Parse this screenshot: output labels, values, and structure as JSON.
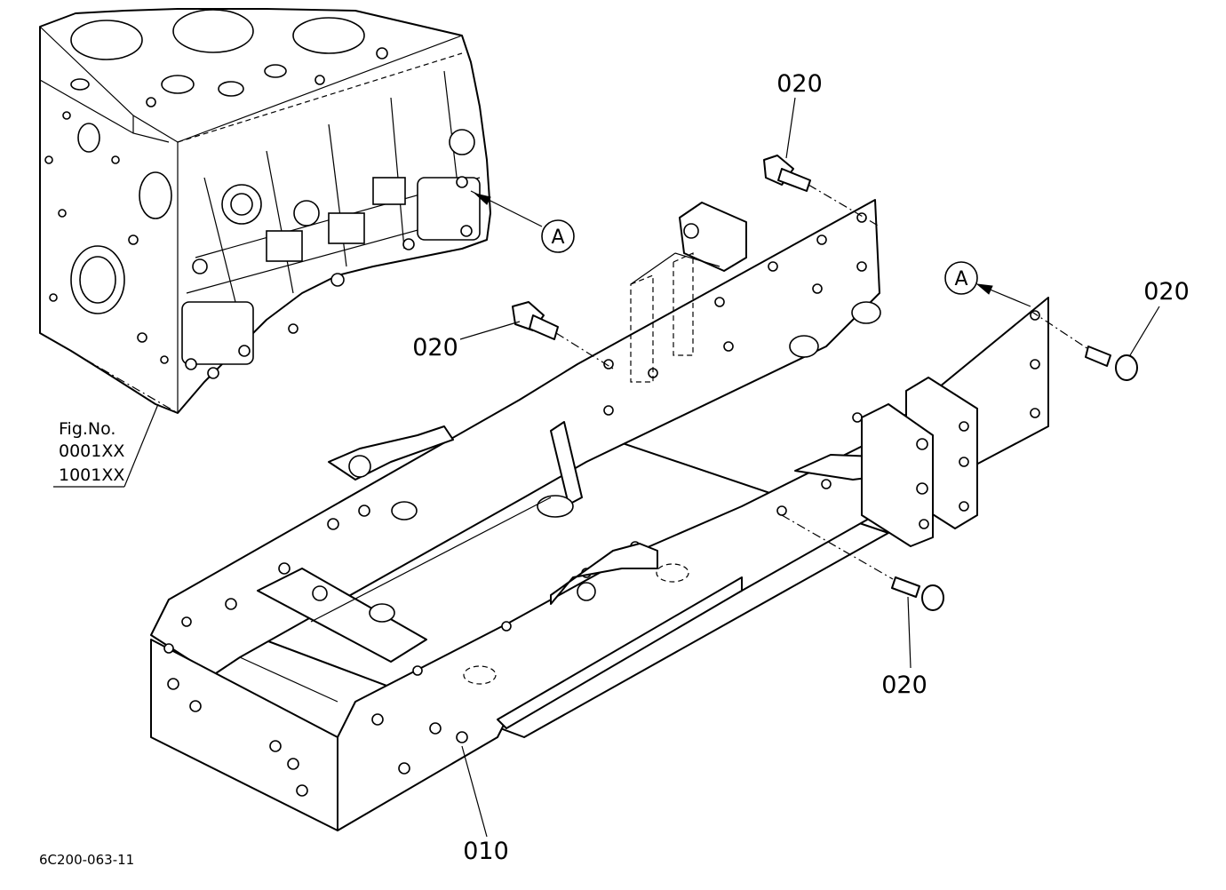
{
  "parts": {
    "frame_label": "010",
    "bolt_label": "020"
  },
  "view_marker": "A",
  "reference": {
    "line1": "Fig.No.",
    "line2": "0001XX",
    "line3": "1001XX"
  },
  "drawing_code": "6C200-063-11"
}
